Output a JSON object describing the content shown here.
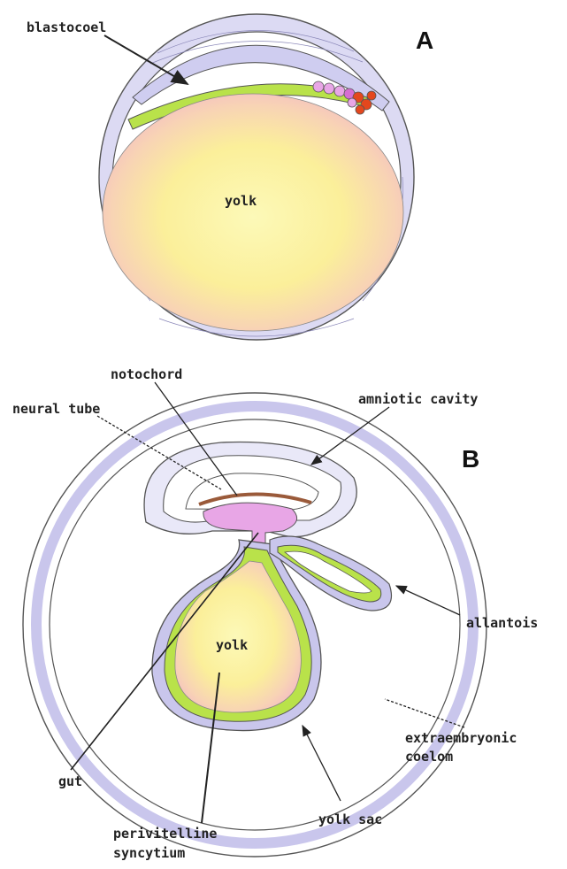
{
  "panels": {
    "a": {
      "letter": "A",
      "labels": {
        "blastocoel": "blastocoel",
        "yolk": "yolk"
      }
    },
    "b": {
      "letter": "B",
      "labels": {
        "notochord": "notochord",
        "neural_tube": "neural tube",
        "amniotic_cavity": "amniotic cavity",
        "yolk": "yolk",
        "allantois": "allantois",
        "extraembryonic_line1": "extraembryonic",
        "extraembryonic_line2": "coelom",
        "gut": "gut",
        "yolk_sac": "yolk sac",
        "perivitelline_line1": "perivitelline",
        "perivitelline_line2": "syncytium"
      }
    }
  },
  "colors": {
    "yolk_center": "#fbf6a0",
    "yolk_edge": "#f6c7c2",
    "lavender": "#c9c6ec",
    "green": "#b9e24a",
    "pink": "#e8a6e6",
    "red": "#e4471d",
    "brown": "#9a5a3a",
    "outline": "#444444"
  }
}
